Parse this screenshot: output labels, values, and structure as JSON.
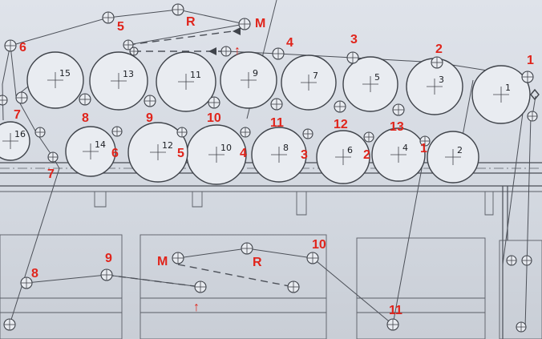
{
  "cylinders": [
    {
      "label": "1"
    },
    {
      "label": "2"
    },
    {
      "label": "3"
    },
    {
      "label": "4"
    },
    {
      "label": "5"
    },
    {
      "label": "6"
    },
    {
      "label": "7"
    },
    {
      "label": "8"
    },
    {
      "label": "9"
    },
    {
      "label": "10"
    },
    {
      "label": "11"
    },
    {
      "label": "12"
    },
    {
      "label": "13"
    },
    {
      "label": "14"
    },
    {
      "label": "15"
    },
    {
      "label": "16"
    }
  ],
  "guide_rollers_upper": [
    {
      "label": "1"
    },
    {
      "label": "2"
    },
    {
      "label": "3"
    },
    {
      "label": "4"
    },
    {
      "label": "5"
    },
    {
      "label": "6"
    },
    {
      "label": "M"
    },
    {
      "label": "R"
    },
    {
      "label": "↑"
    }
  ],
  "nip_rollers_upper": [
    {
      "label": "1"
    },
    {
      "label": "2"
    },
    {
      "label": "3"
    },
    {
      "label": "4"
    },
    {
      "label": "5"
    },
    {
      "label": "6"
    },
    {
      "label": "7"
    },
    {
      "label": "8"
    },
    {
      "label": "9"
    },
    {
      "label": "10"
    },
    {
      "label": "11"
    },
    {
      "label": "12"
    },
    {
      "label": "13"
    }
  ],
  "lower_rollers": [
    {
      "label": "8"
    },
    {
      "label": "9"
    },
    {
      "label": "M"
    },
    {
      "label": "R"
    },
    {
      "label": "↑"
    },
    {
      "label": "10"
    },
    {
      "label": "11"
    }
  ],
  "colors": {
    "annotation": "#e0241b",
    "line": "#3f434a",
    "paper": "#d9dde4"
  },
  "icons": {
    "guide_roller": "circle-cross-icon",
    "direction_arrow": "arrow-left-icon",
    "side_marker": "diamond-icon"
  }
}
